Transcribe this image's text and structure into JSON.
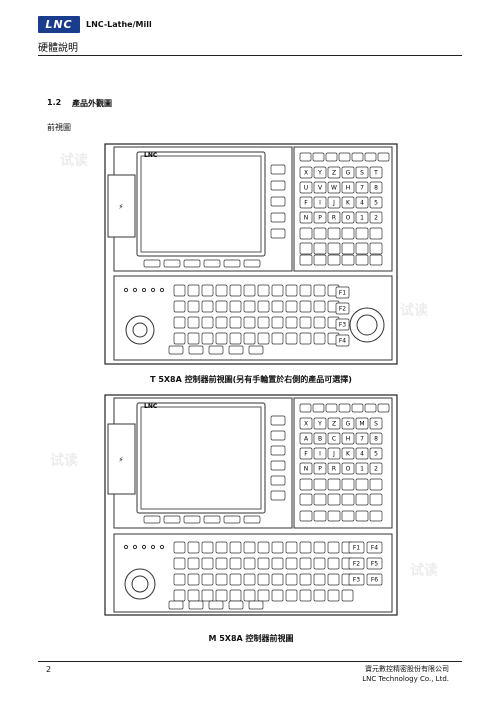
{
  "header": {
    "logo": "LNC",
    "product": "LNC-Lathe/Mill",
    "section": "硬體說明"
  },
  "heading": {
    "number": "1.2",
    "title": "產品外觀圖"
  },
  "subheading": "前視圖",
  "figure1": {
    "caption": "T 5X8A 控制器前視圖(另有手輪置於右側的產品可選擇)",
    "brand": "LNC"
  },
  "figure2": {
    "caption": "M 5X8A 控制器前視圖",
    "brand": "LNC"
  },
  "keys": {
    "t_rows": [
      [
        "X",
        "Y",
        "Z",
        "G",
        "S",
        "T"
      ],
      [
        "U",
        "V",
        "W",
        "H",
        "7",
        "8"
      ],
      [
        "F",
        "I",
        "J",
        "K",
        "4",
        "5"
      ],
      [
        "N",
        "P",
        "R",
        "O",
        "1",
        "2"
      ]
    ],
    "m_rows": [
      [
        "X",
        "Y",
        "Z",
        "G",
        "M",
        "S"
      ],
      [
        "A",
        "B",
        "C",
        "H",
        "7",
        "8"
      ],
      [
        "F",
        "I",
        "J",
        "K",
        "4",
        "5"
      ],
      [
        "N",
        "P",
        "R",
        "O",
        "1",
        "2"
      ]
    ],
    "t_fkeys": [
      "F1",
      "F2",
      "F3",
      "F4"
    ],
    "m_fkeys": [
      "F1",
      "F4",
      "F2",
      "F5",
      "F3",
      "F6"
    ]
  },
  "watermark": "试读",
  "footer": {
    "page": "2",
    "company_cn": "寶元數控精密股份有限公司",
    "company_en": "LNC Technology Co., Ltd."
  }
}
